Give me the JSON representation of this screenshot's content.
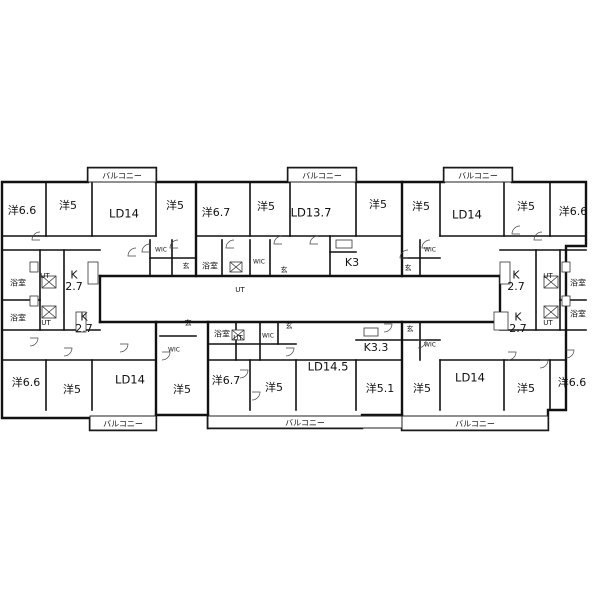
{
  "diagram": {
    "type": "floor-plan",
    "labels": {
      "western_room": "洋",
      "bath": "浴室",
      "utility": "UT",
      "wic": "WIC",
      "entrance": "玄",
      "balcony": "バルコニー"
    },
    "rooms": [
      {
        "text": "洋6.6",
        "unit": "top-1"
      },
      {
        "text": "洋5",
        "unit": "top-1"
      },
      {
        "text": "LD14",
        "unit": "top-1"
      },
      {
        "text": "洋5",
        "unit": "top-1"
      },
      {
        "text": "洋6.7",
        "unit": "top-2"
      },
      {
        "text": "洋5",
        "unit": "top-2"
      },
      {
        "text": "LD13.7",
        "unit": "top-2"
      },
      {
        "text": "洋5",
        "unit": "top-2"
      },
      {
        "text": "K3",
        "unit": "top-2"
      },
      {
        "text": "洋5",
        "unit": "top-3"
      },
      {
        "text": "LD14",
        "unit": "top-3"
      },
      {
        "text": "洋5",
        "unit": "top-3"
      },
      {
        "text": "洋6.6",
        "unit": "top-3"
      },
      {
        "text": "K\n2.7",
        "unit": "left-top"
      },
      {
        "text": "K\n2.7",
        "unit": "left-bottom"
      },
      {
        "text": "K\n2.7",
        "unit": "right-top"
      },
      {
        "text": "K\n2.7",
        "unit": "right-bottom"
      },
      {
        "text": "洋6.6",
        "unit": "bottom-1"
      },
      {
        "text": "洋5",
        "unit": "bottom-1"
      },
      {
        "text": "LD14",
        "unit": "bottom-1"
      },
      {
        "text": "洋5",
        "unit": "bottom-1"
      },
      {
        "text": "洋6.7",
        "unit": "bottom-2"
      },
      {
        "text": "洋5",
        "unit": "bottom-2"
      },
      {
        "text": "LD14.5",
        "unit": "bottom-2"
      },
      {
        "text": "K3.3",
        "unit": "bottom-2"
      },
      {
        "text": "洋5.1",
        "unit": "bottom-2"
      },
      {
        "text": "洋5",
        "unit": "bottom-3"
      },
      {
        "text": "LD14",
        "unit": "bottom-3"
      },
      {
        "text": "洋5",
        "unit": "bottom-3"
      },
      {
        "text": "洋6.6",
        "unit": "bottom-3"
      }
    ],
    "balconies": [
      "バルコニー",
      "バルコニー",
      "バルコニー",
      "バルコニー",
      "バルコニー",
      "バルコニー"
    ]
  }
}
